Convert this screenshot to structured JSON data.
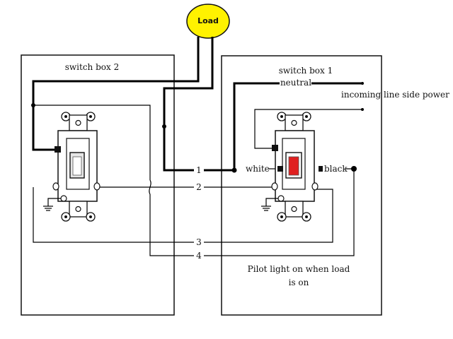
{
  "load": {
    "label": "Load",
    "color": "#fff200"
  },
  "switch_box_2": {
    "label": "switch box 2"
  },
  "switch_box_1": {
    "label": "switch box 1"
  },
  "wire_labels": {
    "neutral": "neutral",
    "incoming": "incoming line side power",
    "white": "white",
    "black": "black"
  },
  "wire_numbers": [
    "1",
    "2",
    "3",
    "4"
  ],
  "pilot_note": {
    "line1": "Pilot light on when load",
    "line2": "is on"
  },
  "colors": {
    "pilot_light": "#e02020",
    "wire": "#000000",
    "background": "#ffffff"
  }
}
